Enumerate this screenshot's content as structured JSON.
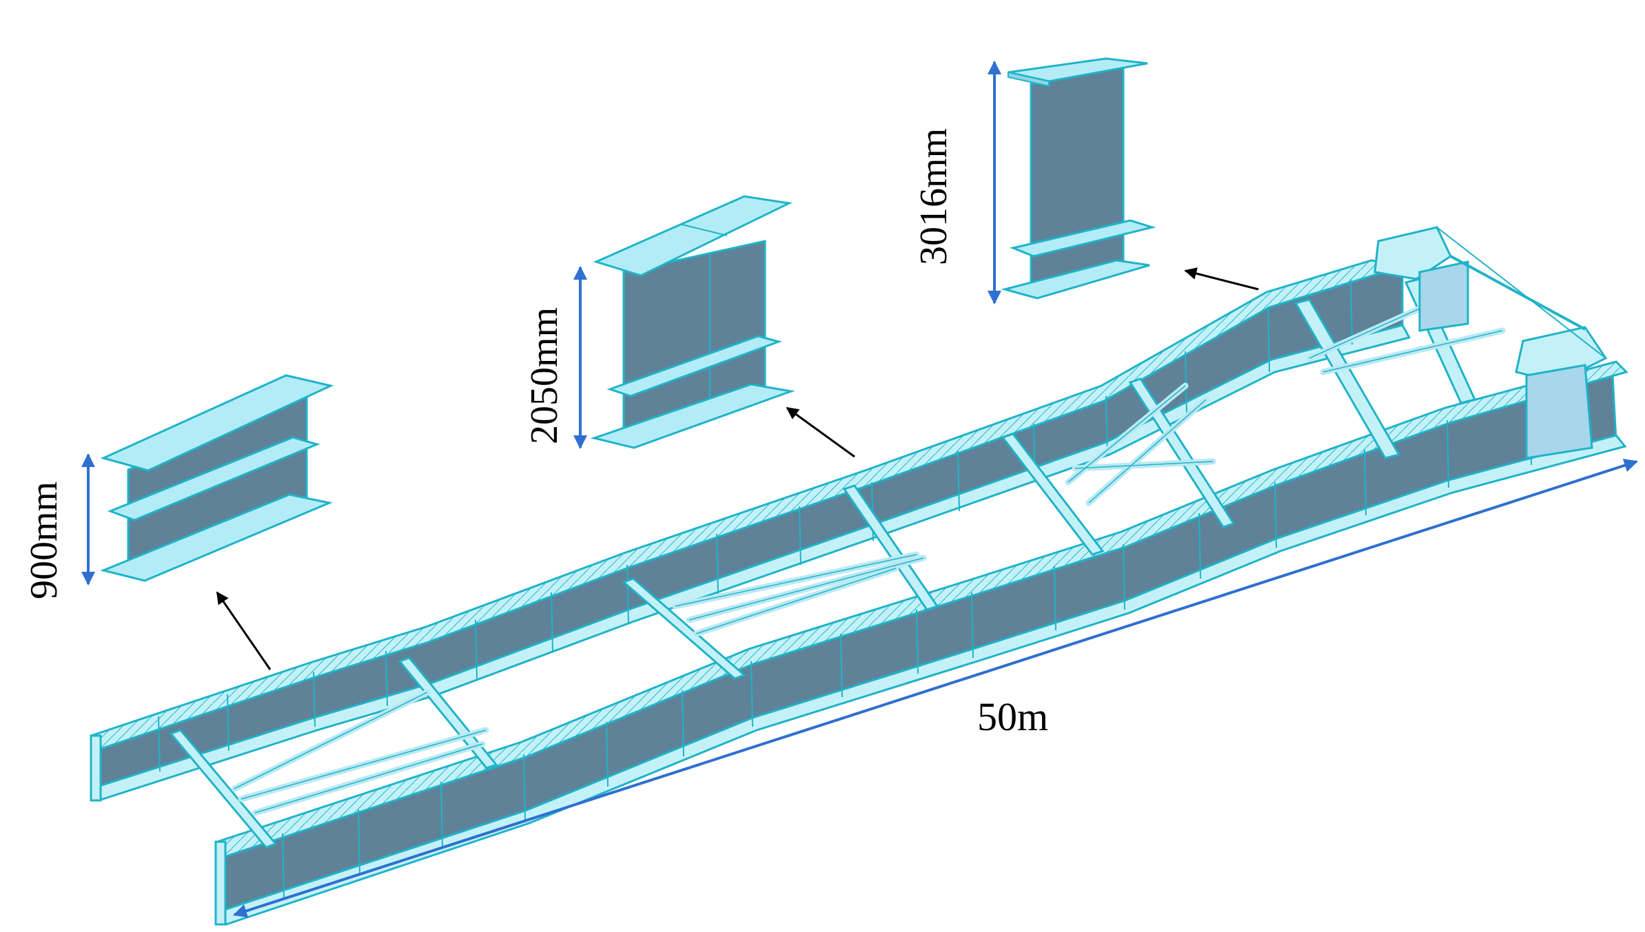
{
  "labels": {
    "beam_small": "900mm",
    "beam_medium": "2050mm",
    "beam_large": "3016mm",
    "overall_length": "50m"
  },
  "colors": {
    "flange_top": "#b3ecf6",
    "web": "#5f8298",
    "web_dark": "#4e6f84",
    "outline": "#1fb3c8",
    "frame_edge": "#22b8cc",
    "frame_light": "#c4f1f8",
    "strut": "#b9e9f3",
    "dimension_arrow": "#2f6fd1",
    "pointer_arrow": "#000000"
  }
}
